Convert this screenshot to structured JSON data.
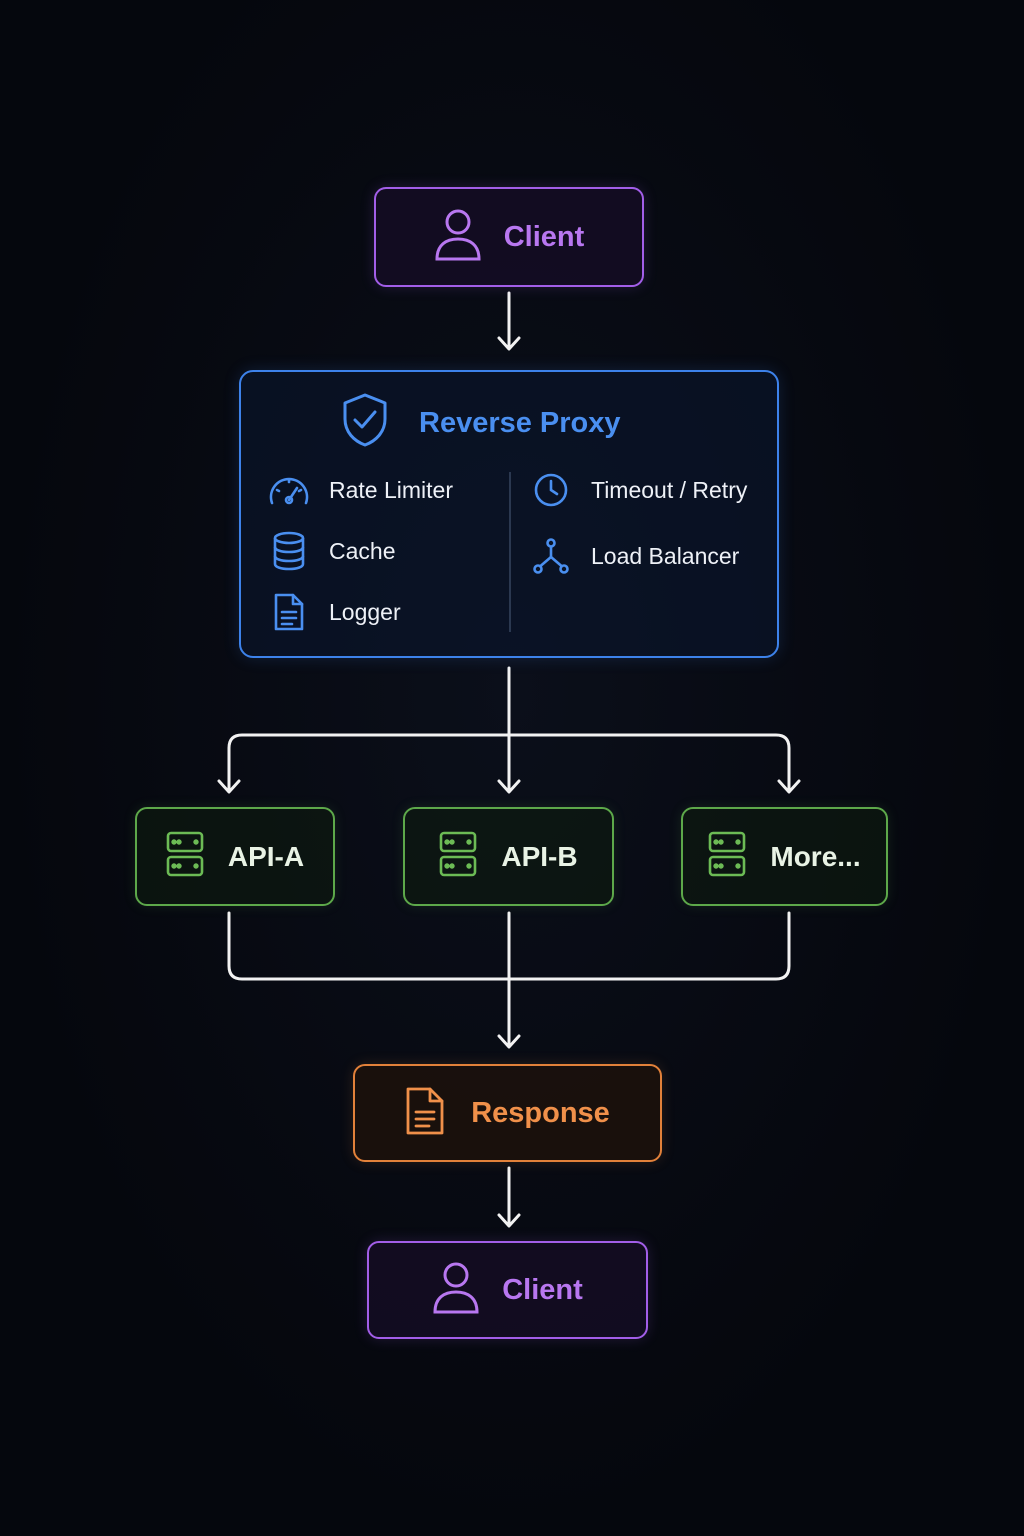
{
  "client_top": {
    "label": "Client",
    "icon": "user-icon"
  },
  "proxy": {
    "title": "Reverse Proxy",
    "icon": "shield-check-icon",
    "left_features": [
      {
        "label": "Rate Limiter",
        "icon": "gauge-icon"
      },
      {
        "label": "Cache",
        "icon": "database-icon"
      },
      {
        "label": "Logger",
        "icon": "document-icon"
      }
    ],
    "right_features": [
      {
        "label": "Timeout / Retry",
        "icon": "clock-icon"
      },
      {
        "label": "Load Balancer",
        "icon": "network-icon"
      }
    ]
  },
  "apis": [
    {
      "label": "API-A",
      "icon": "server-icon"
    },
    {
      "label": "API-B",
      "icon": "server-icon"
    },
    {
      "label": "More...",
      "icon": "server-icon"
    }
  ],
  "response": {
    "label": "Response",
    "icon": "document-icon"
  },
  "client_bottom": {
    "label": "Client",
    "icon": "user-icon"
  },
  "colors": {
    "client": "#a25ee8",
    "proxy": "#3d82ea",
    "api": "#5da84a",
    "response": "#e2813a",
    "connector": "#f2f2f2"
  }
}
